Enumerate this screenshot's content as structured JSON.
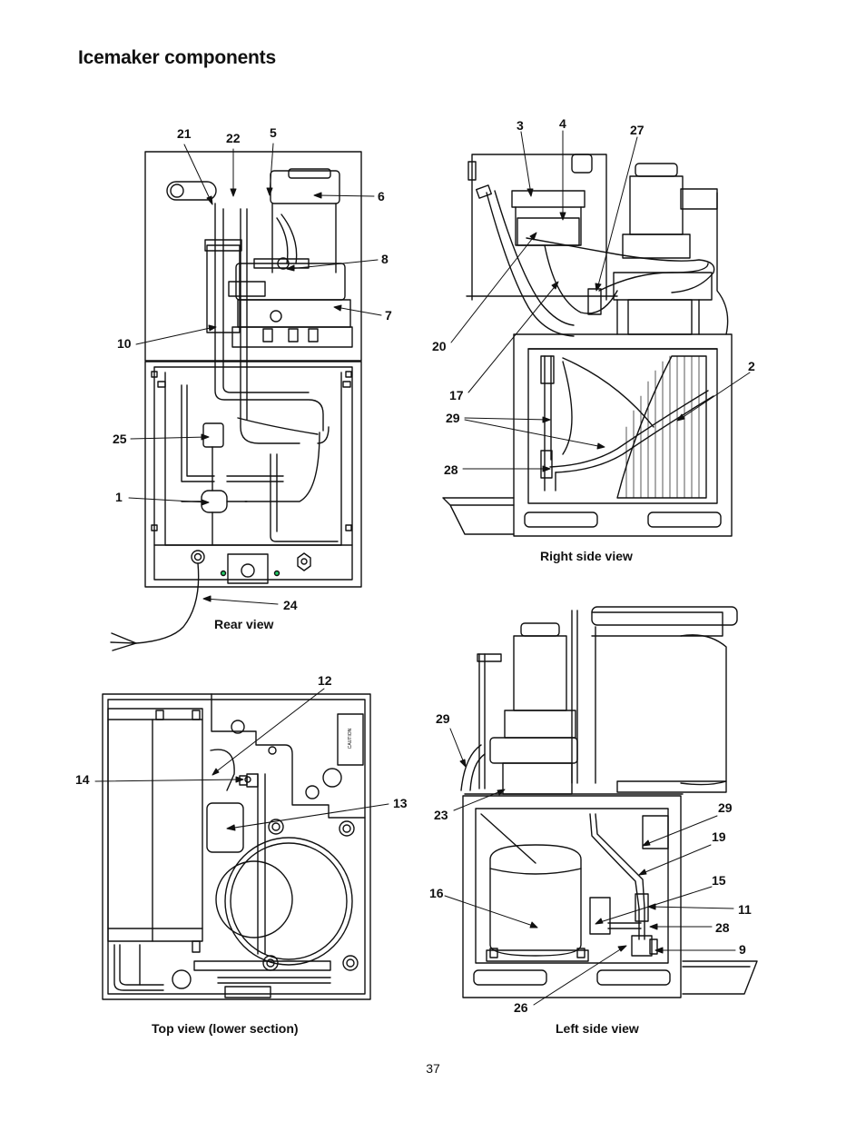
{
  "page": {
    "title": "Icemaker components",
    "page_number": "37"
  },
  "captions": {
    "rear_view": "Rear view",
    "right_side_view": "Right side view",
    "top_view": "Top view (lower section)",
    "left_side_view": "Left side view"
  },
  "callouts": {
    "rear_view": [
      "21",
      "22",
      "5",
      "6",
      "8",
      "7",
      "10",
      "25",
      "1",
      "24"
    ],
    "right_side_view": [
      "3",
      "4",
      "27",
      "20",
      "2",
      "17",
      "29",
      "28"
    ],
    "top_view": [
      "12",
      "14",
      "13"
    ],
    "left_side_view": [
      "29",
      "23",
      "29",
      "19",
      "16",
      "15",
      "11",
      "28",
      "9",
      "26"
    ]
  },
  "labels": {
    "caution": "CAUTION"
  }
}
